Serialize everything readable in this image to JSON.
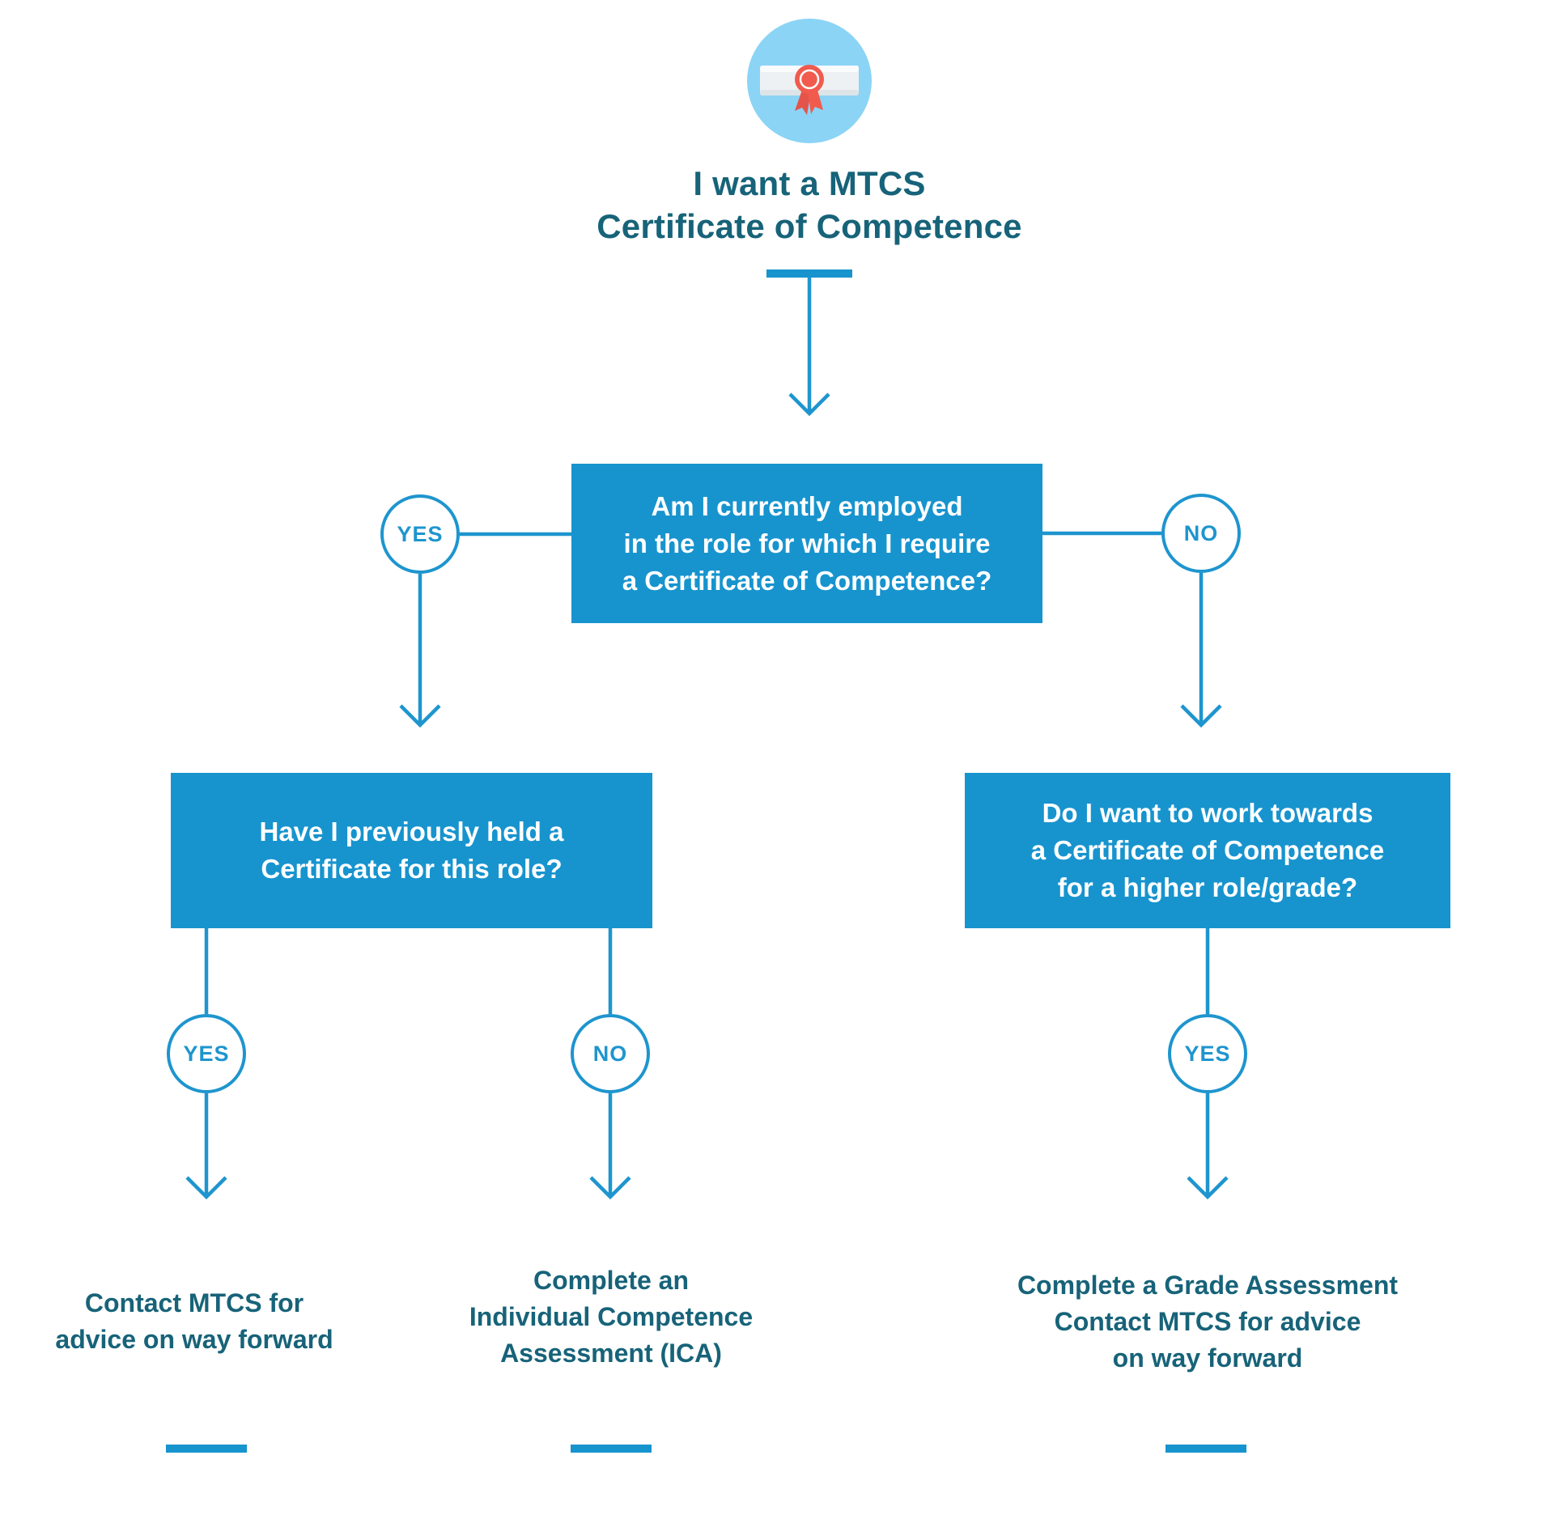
{
  "colors": {
    "box_blue": "#1794CE",
    "line_blue": "#1E95CE",
    "dark_teal_text": "#176379",
    "icon_background": "#8BD4F6",
    "rosette_red": "#F05B4D",
    "scroll_paper": "#EDF1F3"
  },
  "header": {
    "icon": "certificate-scroll-icon",
    "title": "I want a MTCS\nCertificate of Competence"
  },
  "labels": {
    "yes": "YES",
    "no": "NO"
  },
  "decisions": {
    "q1": {
      "text": "Am I currently employed\nin the role for which I require\na Certificate of Competence?"
    },
    "q2": {
      "text": "Have I previously held a\nCertificate for this role?"
    },
    "q3": {
      "text": "Do I want to work towards\na Certificate of Competence\nfor a higher role/grade?"
    }
  },
  "outcomes": {
    "o1": {
      "text": "Contact MTCS for\nadvice on way forward"
    },
    "o2": {
      "text": "Complete an\nIndividual Competence\nAssessment (ICA)"
    },
    "o3": {
      "text": "Complete a Grade Assessment\nContact MTCS for advice\non way forward"
    }
  }
}
